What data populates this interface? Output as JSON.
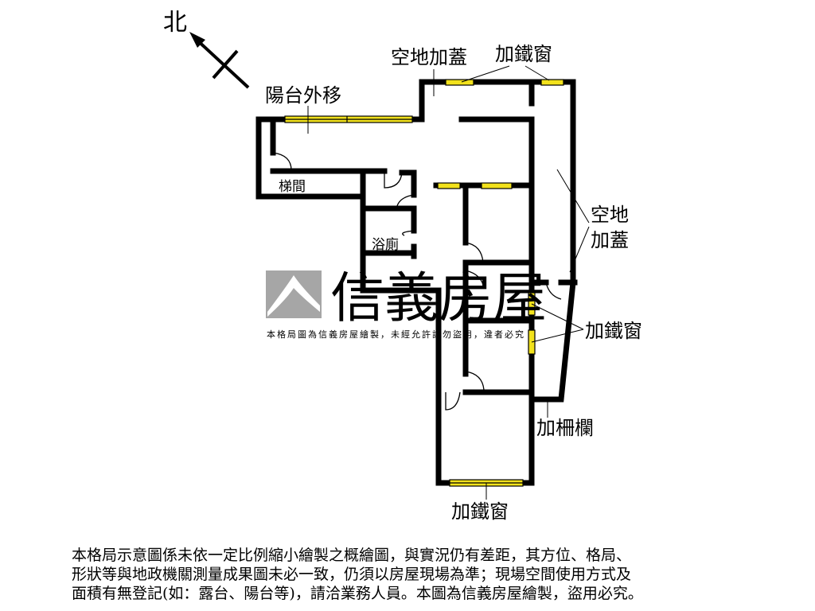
{
  "compass": {
    "north_label": "北"
  },
  "labels": {
    "balcony_moved": "陽台外移",
    "open_space_top": "空地加蓋",
    "iron_window_top": "加鐵窗",
    "stairwell": "梯間",
    "bathroom": "浴廁",
    "open_space_right_1": "空地",
    "open_space_right_2": "加蓋",
    "iron_window_right": "加鐵窗",
    "railing": "加柵欄",
    "iron_window_bottom": "加鐵窗"
  },
  "watermark": {
    "brand": "信義房屋",
    "caption": "本格局圖為信義房屋繪製，未經允許請勿盜用，違者必究"
  },
  "disclaimer": {
    "lines": [
      "本格局示意圖係未依一定比例縮小繪製之概繪圖，與實況仍有差距，其方位、格局、",
      "形狀等與地政機關測量成果圖未必一致，仍須以房屋現場為準；現場空間使用方式及",
      "面積有無登記(如：露台、陽台等)，請洽業務人員。本圖為信義房屋繪製，盜用必究。"
    ]
  },
  "colors": {
    "wall": "#000000",
    "window": "#f2e21c",
    "watermark": "#a6a6a6"
  }
}
